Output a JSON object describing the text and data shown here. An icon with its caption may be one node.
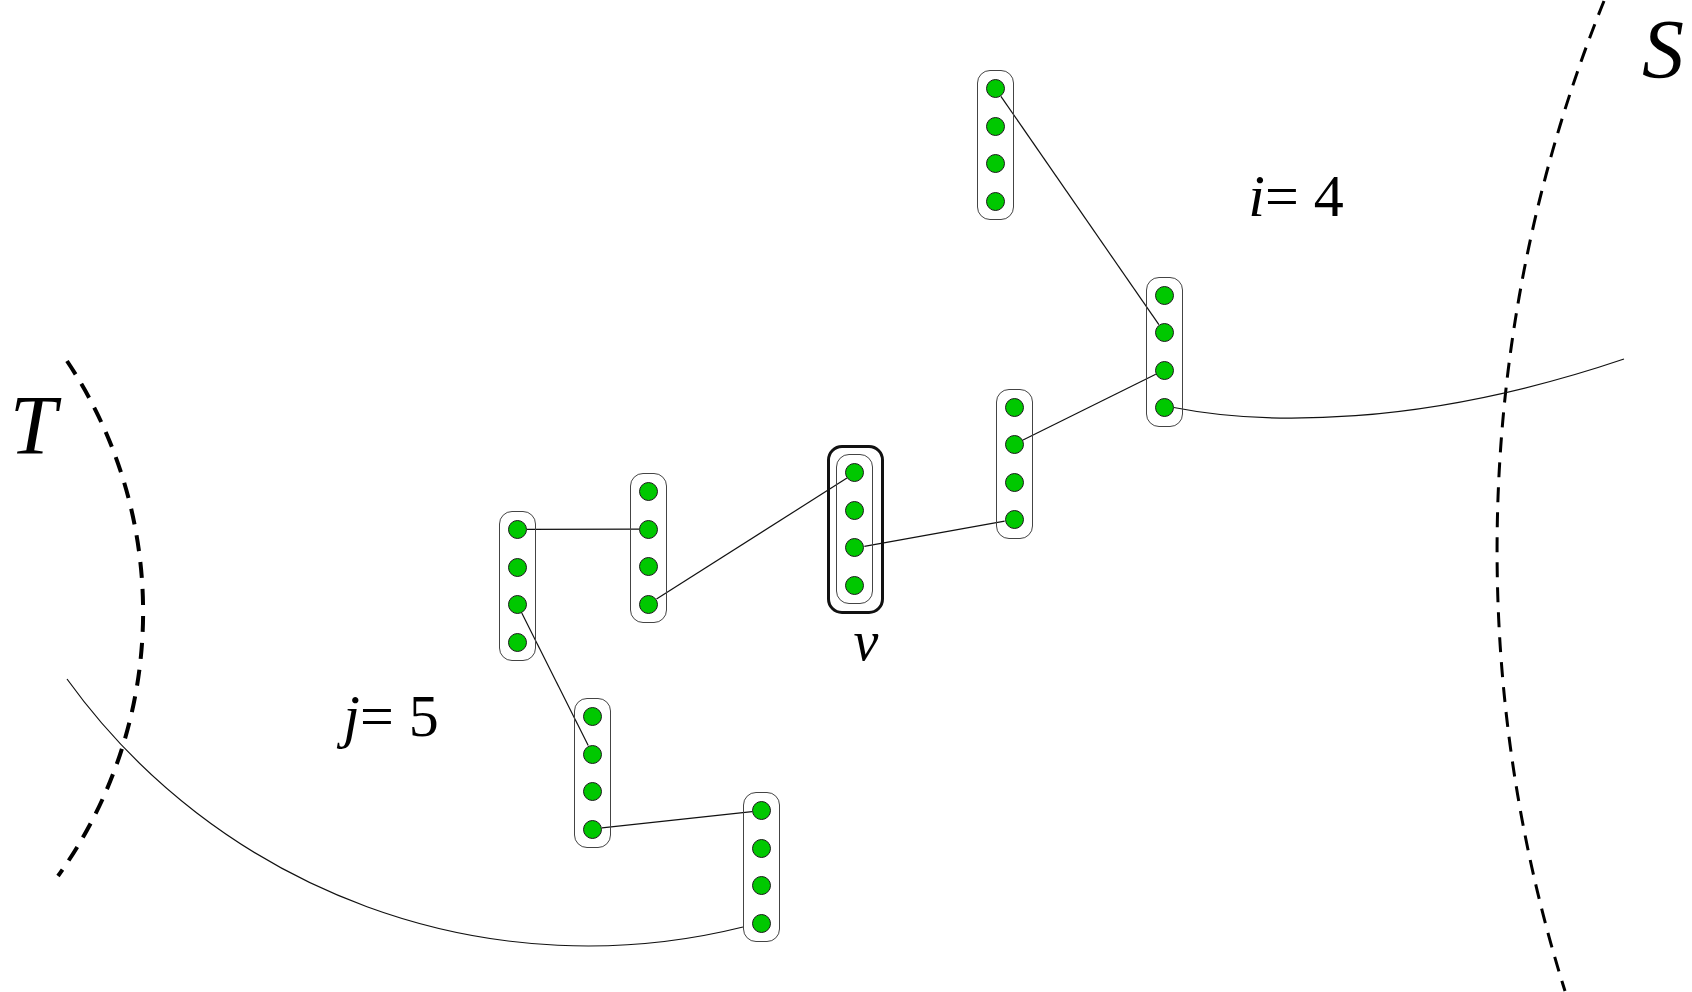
{
  "diagram": {
    "nodes": [
      {
        "text": [],
        "shape": "box"
      },
      {
        "text": [],
        "shape": "circle",
        "in": 0
      },
      {
        "text": [],
        "shape": "circle",
        "in": 0
      },
      {
        "text": [],
        "shape": "circle",
        "in": 0
      },
      {
        "text": [],
        "shape": "circle",
        "in": 0
      },
      {
        "text": [],
        "shape": "box"
      },
      {
        "text": [],
        "shape": "circle",
        "in": 5
      },
      {
        "text": [],
        "shape": "circle",
        "in": 5
      },
      {
        "text": [],
        "shape": "circle",
        "in": 5
      },
      {
        "text": [],
        "shape": "circle",
        "in": 5
      },
      {
        "text": [],
        "shape": "box"
      },
      {
        "text": [],
        "shape": "circle",
        "in": 10
      },
      {
        "text": [],
        "shape": "circle",
        "in": 10
      },
      {
        "text": [],
        "shape": "circle",
        "in": 10
      },
      {
        "text": [],
        "shape": "circle",
        "in": 10
      },
      {
        "text": [],
        "shape": "box",
        "beside": [
          "v"
        ]
      },
      {
        "text": [],
        "shape": "box",
        "in": 15
      },
      {
        "text": [],
        "shape": "circle",
        "in": 16
      },
      {
        "text": [],
        "shape": "circle",
        "in": 16
      },
      {
        "text": [],
        "shape": "circle",
        "in": 16
      },
      {
        "text": [],
        "shape": "circle",
        "in": 16
      },
      {
        "text": [],
        "shape": "box"
      },
      {
        "text": [],
        "shape": "circle",
        "in": 21
      },
      {
        "text": [],
        "shape": "circle",
        "in": 21
      },
      {
        "text": [],
        "shape": "circle",
        "in": 21
      },
      {
        "text": [],
        "shape": "circle",
        "in": 21
      },
      {
        "text": [],
        "shape": "box"
      },
      {
        "text": [],
        "shape": "circle",
        "in": 26
      },
      {
        "text": [],
        "shape": "circle",
        "in": 26
      },
      {
        "text": [],
        "shape": "circle",
        "in": 26
      },
      {
        "text": [],
        "shape": "circle",
        "in": 26
      },
      {
        "text": [],
        "shape": "box"
      },
      {
        "text": [],
        "shape": "circle",
        "in": 31
      },
      {
        "text": [],
        "shape": "circle",
        "in": 31
      },
      {
        "text": [],
        "shape": "circle",
        "in": 31
      },
      {
        "text": [],
        "shape": "circle",
        "in": 31
      },
      {
        "text": [],
        "shape": "box"
      },
      {
        "text": [],
        "shape": "circle",
        "in": 36
      },
      {
        "text": [],
        "shape": "circle",
        "in": 36
      },
      {
        "text": [],
        "shape": "circle",
        "in": 36
      },
      {
        "text": [],
        "shape": "circle",
        "in": 36
      }
    ],
    "edges": [
      {
        "from": 1,
        "to": 7,
        "arrow": "none"
      },
      {
        "from": 8,
        "to": 12,
        "arrow": "none"
      },
      {
        "from": 14,
        "to": 19,
        "arrow": "none"
      },
      {
        "from": 17,
        "to": 25,
        "arrow": "none"
      },
      {
        "from": 23,
        "to": 27,
        "arrow": "none"
      },
      {
        "from": 29,
        "to": 33,
        "arrow": "none"
      },
      {
        "from": 35,
        "to": 37,
        "arrow": "none"
      },
      {
        "from": 9,
        "to": null,
        "arrow": "none"
      },
      {
        "from": 36,
        "to": null,
        "arrow": "none"
      }
    ],
    "labels": [
      "S",
      "*i*= 4",
      "T",
      "*j*= 5"
    ]
  }
}
